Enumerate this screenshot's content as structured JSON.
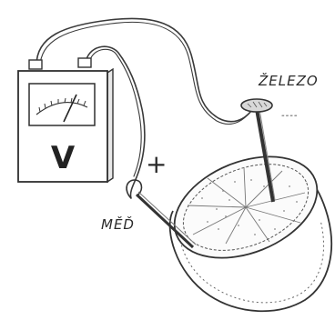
{
  "labels": {
    "voltmeter_symbol": "V",
    "copper": "MĚĎ",
    "iron": "ŽELEZO",
    "plus_sign": "+",
    "minus_sign": "----"
  },
  "icons": {
    "voltmeter": "voltmeter-icon",
    "lemon": "lemon-half-icon"
  }
}
